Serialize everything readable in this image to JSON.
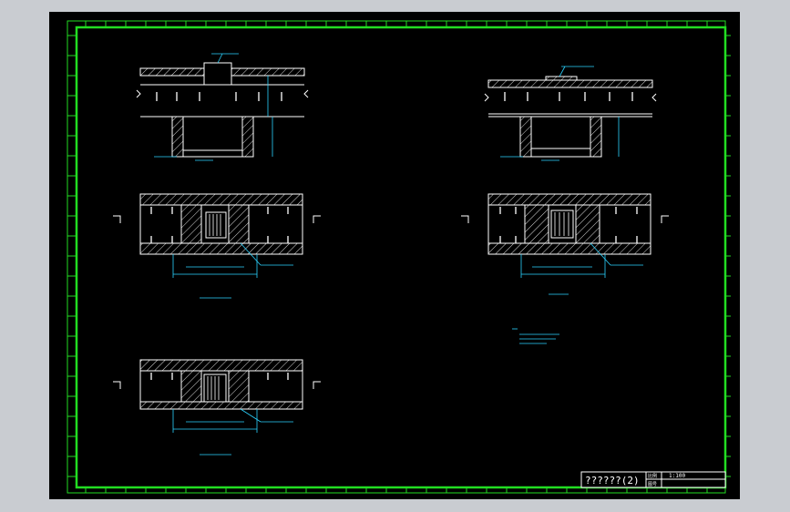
{
  "colors": {
    "background": "#000000",
    "border": "#22dd22",
    "linework": "#ffffff",
    "dimension": "#2bd3ff",
    "hatch": "#e6e6e6",
    "canvas_bg": "#c9ccd1"
  },
  "title_block": {
    "title": "??????(2)",
    "scale_label": "比例",
    "scale_value": "1:100",
    "sheet_label": "图号"
  },
  "views": {
    "top_left_label": "",
    "top_right_label": "",
    "mid_left_label": "",
    "mid_right_label": "",
    "bottom_left_label": ""
  }
}
